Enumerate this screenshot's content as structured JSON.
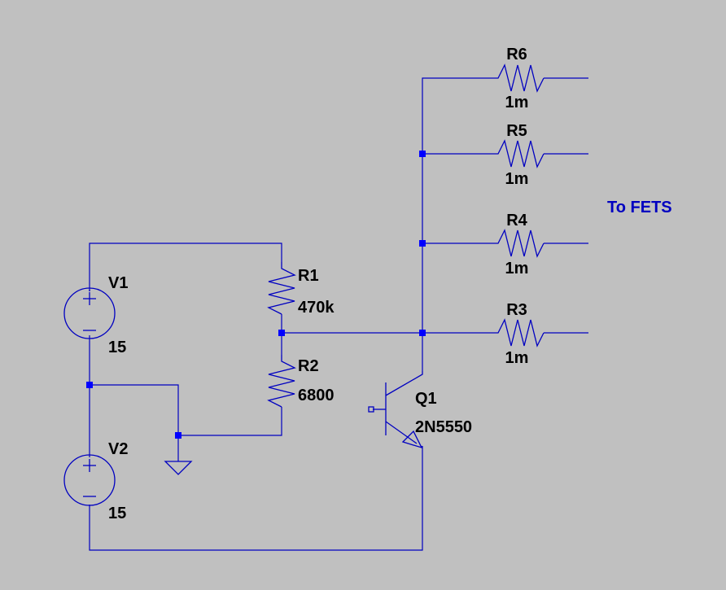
{
  "schematic": {
    "colors": {
      "background": "#c0c0c0",
      "wire": "#0000c0",
      "text": "#000000",
      "note": "#0000c0"
    },
    "components": {
      "v1": {
        "name": "V1",
        "value": "15"
      },
      "v2": {
        "name": "V2",
        "value": "15"
      },
      "r1": {
        "name": "R1",
        "value": "470k"
      },
      "r2": {
        "name": "R2",
        "value": "6800"
      },
      "r3": {
        "name": "R3",
        "value": "1m"
      },
      "r4": {
        "name": "R4",
        "value": "1m"
      },
      "r5": {
        "name": "R5",
        "value": "1m"
      },
      "r6": {
        "name": "R6",
        "value": "1m"
      },
      "q1": {
        "name": "Q1",
        "value": "2N5550"
      }
    },
    "note": "To FETS"
  }
}
